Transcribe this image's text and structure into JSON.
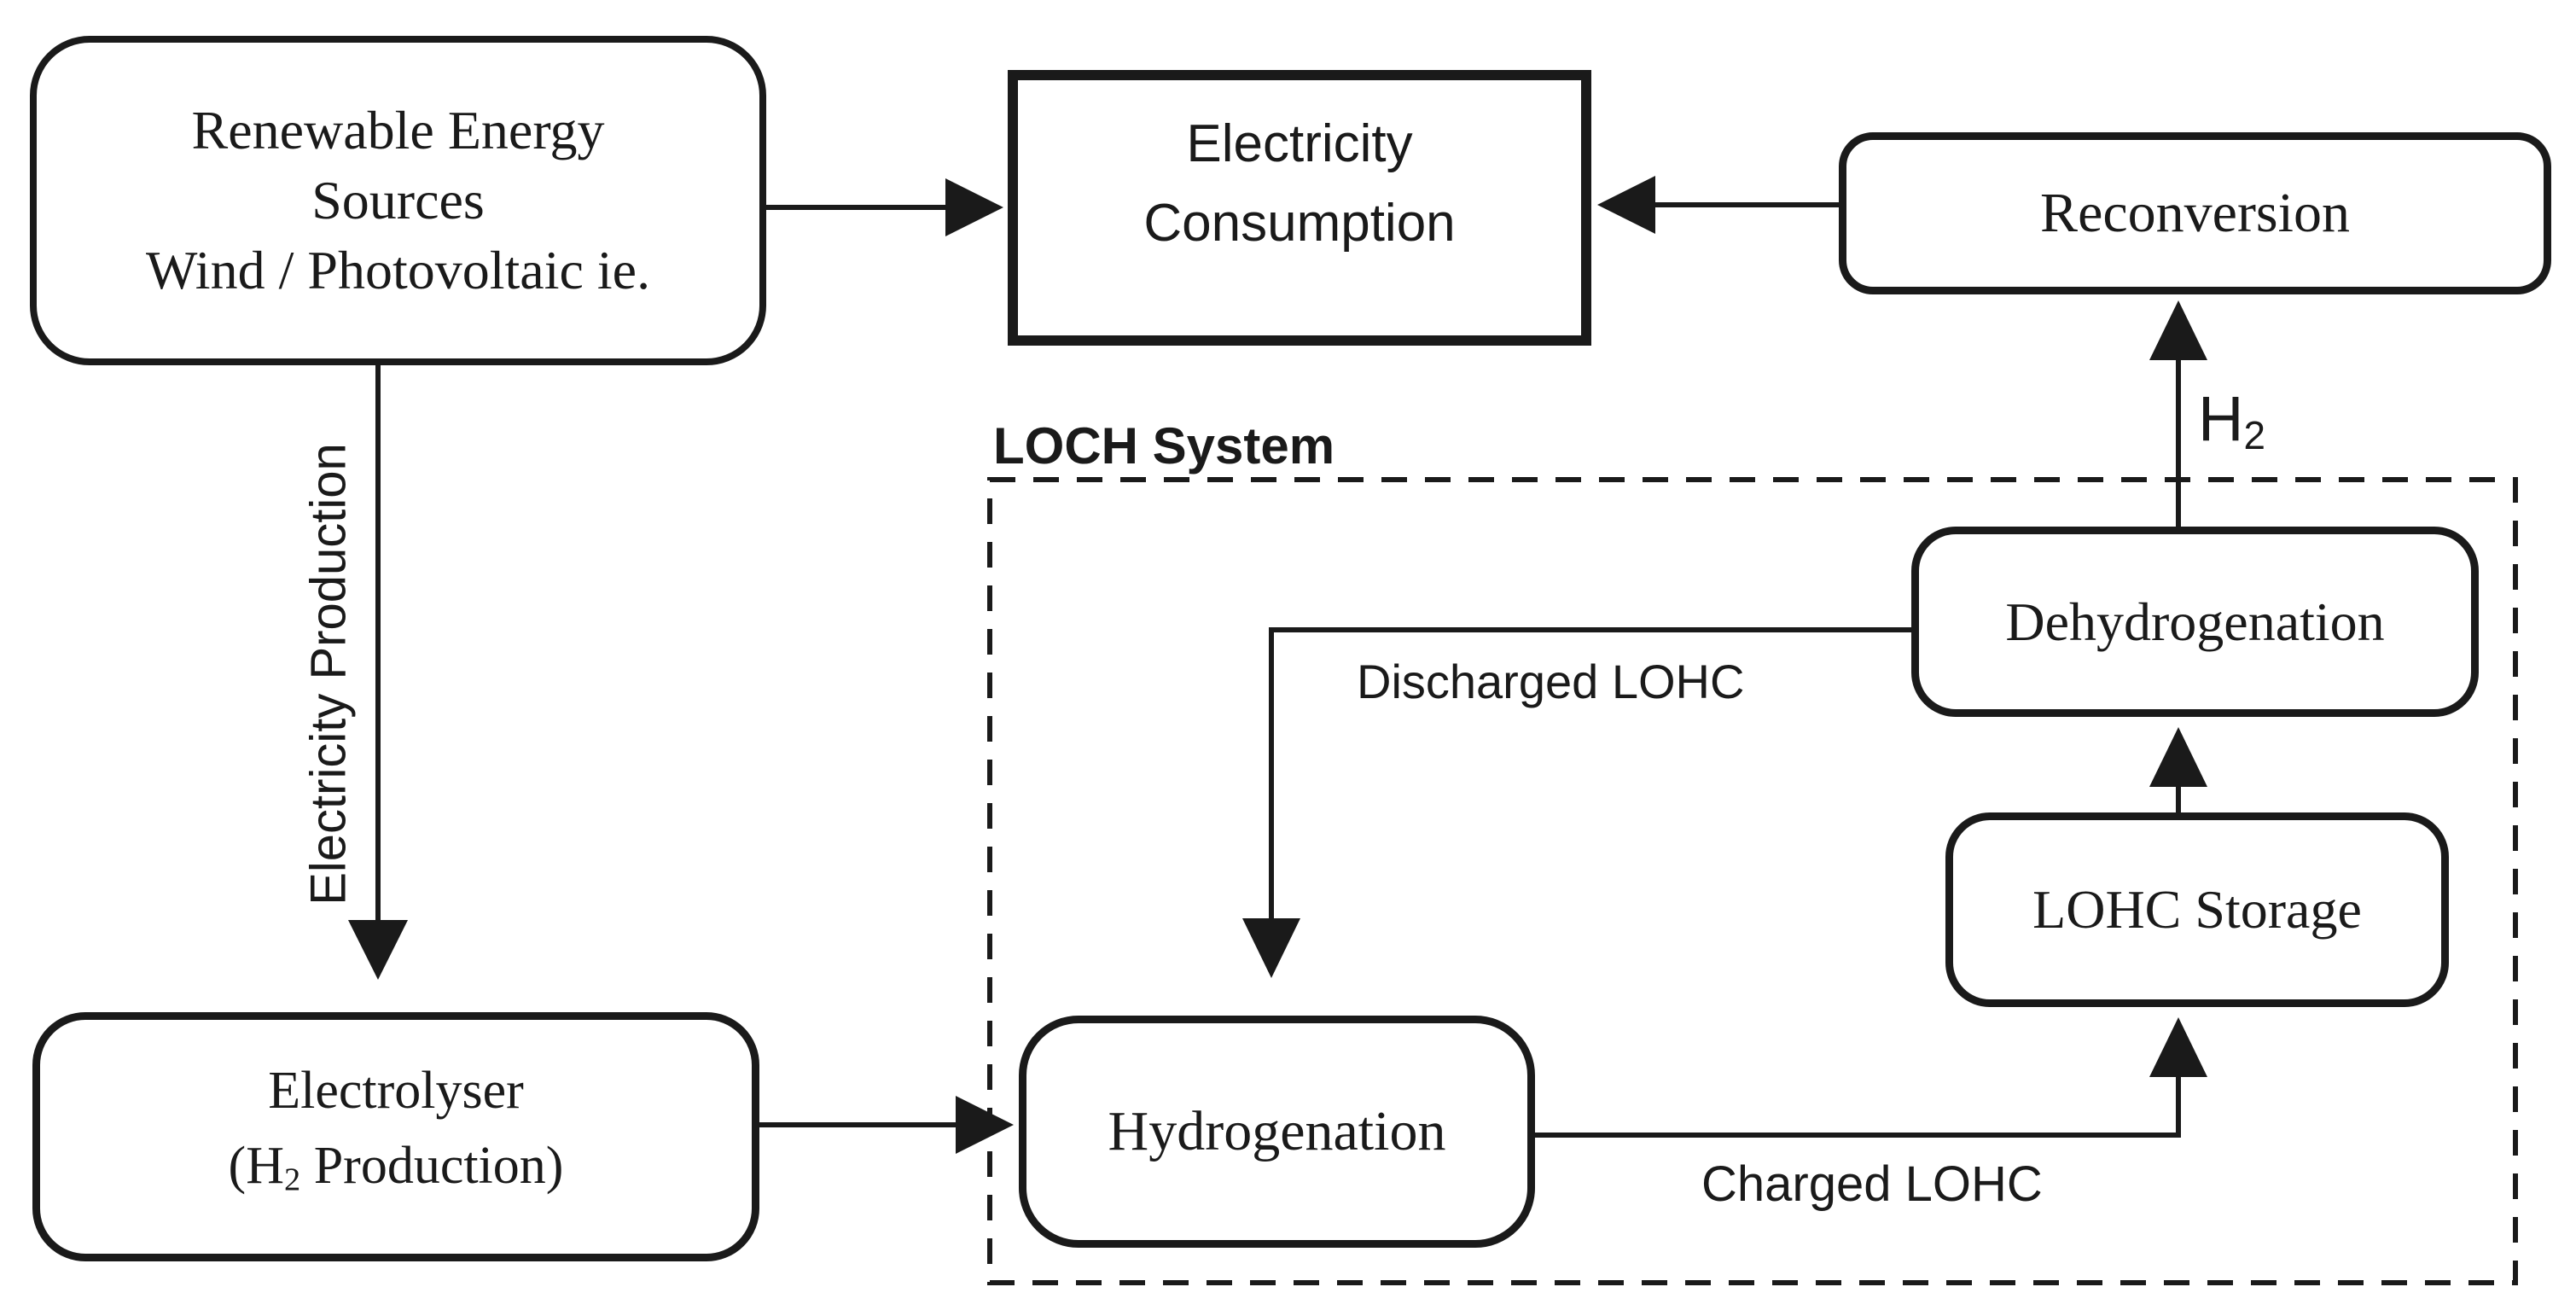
{
  "diagram": {
    "title_hint": "LOHC energy system flow diagram",
    "colors": {
      "stroke": "#1a1a1a",
      "text": "#1a1a1a",
      "background": "#ffffff"
    },
    "boxes": {
      "renewable": {
        "lines": [
          "Renewable Energy",
          "Sources",
          "Wind / Photovoltaic ie."
        ]
      },
      "electricity_consumption": {
        "lines": [
          "Electricity",
          "Consumption"
        ]
      },
      "reconversion": {
        "label": "Reconversion"
      },
      "electrolyser": {
        "line1": "Electrolyser",
        "line2_pre": "(H",
        "line2_sub": "2",
        "line2_post": " Production)"
      },
      "hydrogenation": {
        "label": "Hydrogenation"
      },
      "lohc_storage": {
        "label": "LOHC Storage"
      },
      "dehydrogenation": {
        "label": "Dehydrogenation"
      }
    },
    "labels": {
      "loch_system": "LOCH System",
      "electricity_production": "Electricity Production",
      "discharged_lohc": "Discharged LOHC",
      "charged_lohc": "Charged LOHC",
      "h2_pre": "H",
      "h2_sub": "2"
    },
    "arrows": [
      {
        "name": "renewable-to-consumption",
        "direction": "right"
      },
      {
        "name": "reconversion-to-consumption",
        "direction": "left"
      },
      {
        "name": "renewable-to-electrolyser",
        "direction": "down",
        "label": "Electricity Production"
      },
      {
        "name": "electrolyser-to-hydrogenation",
        "direction": "right"
      },
      {
        "name": "hydrogenation-to-lohc-storage",
        "direction": "right-then-up",
        "label": "Charged LOHC"
      },
      {
        "name": "lohc-storage-to-dehydrogenation",
        "direction": "up"
      },
      {
        "name": "dehydrogenation-to-reconversion",
        "direction": "up",
        "label": "H2"
      },
      {
        "name": "dehydrogenation-to-hydrogenation",
        "direction": "left-then-down",
        "label": "Discharged LOHC"
      }
    ]
  }
}
